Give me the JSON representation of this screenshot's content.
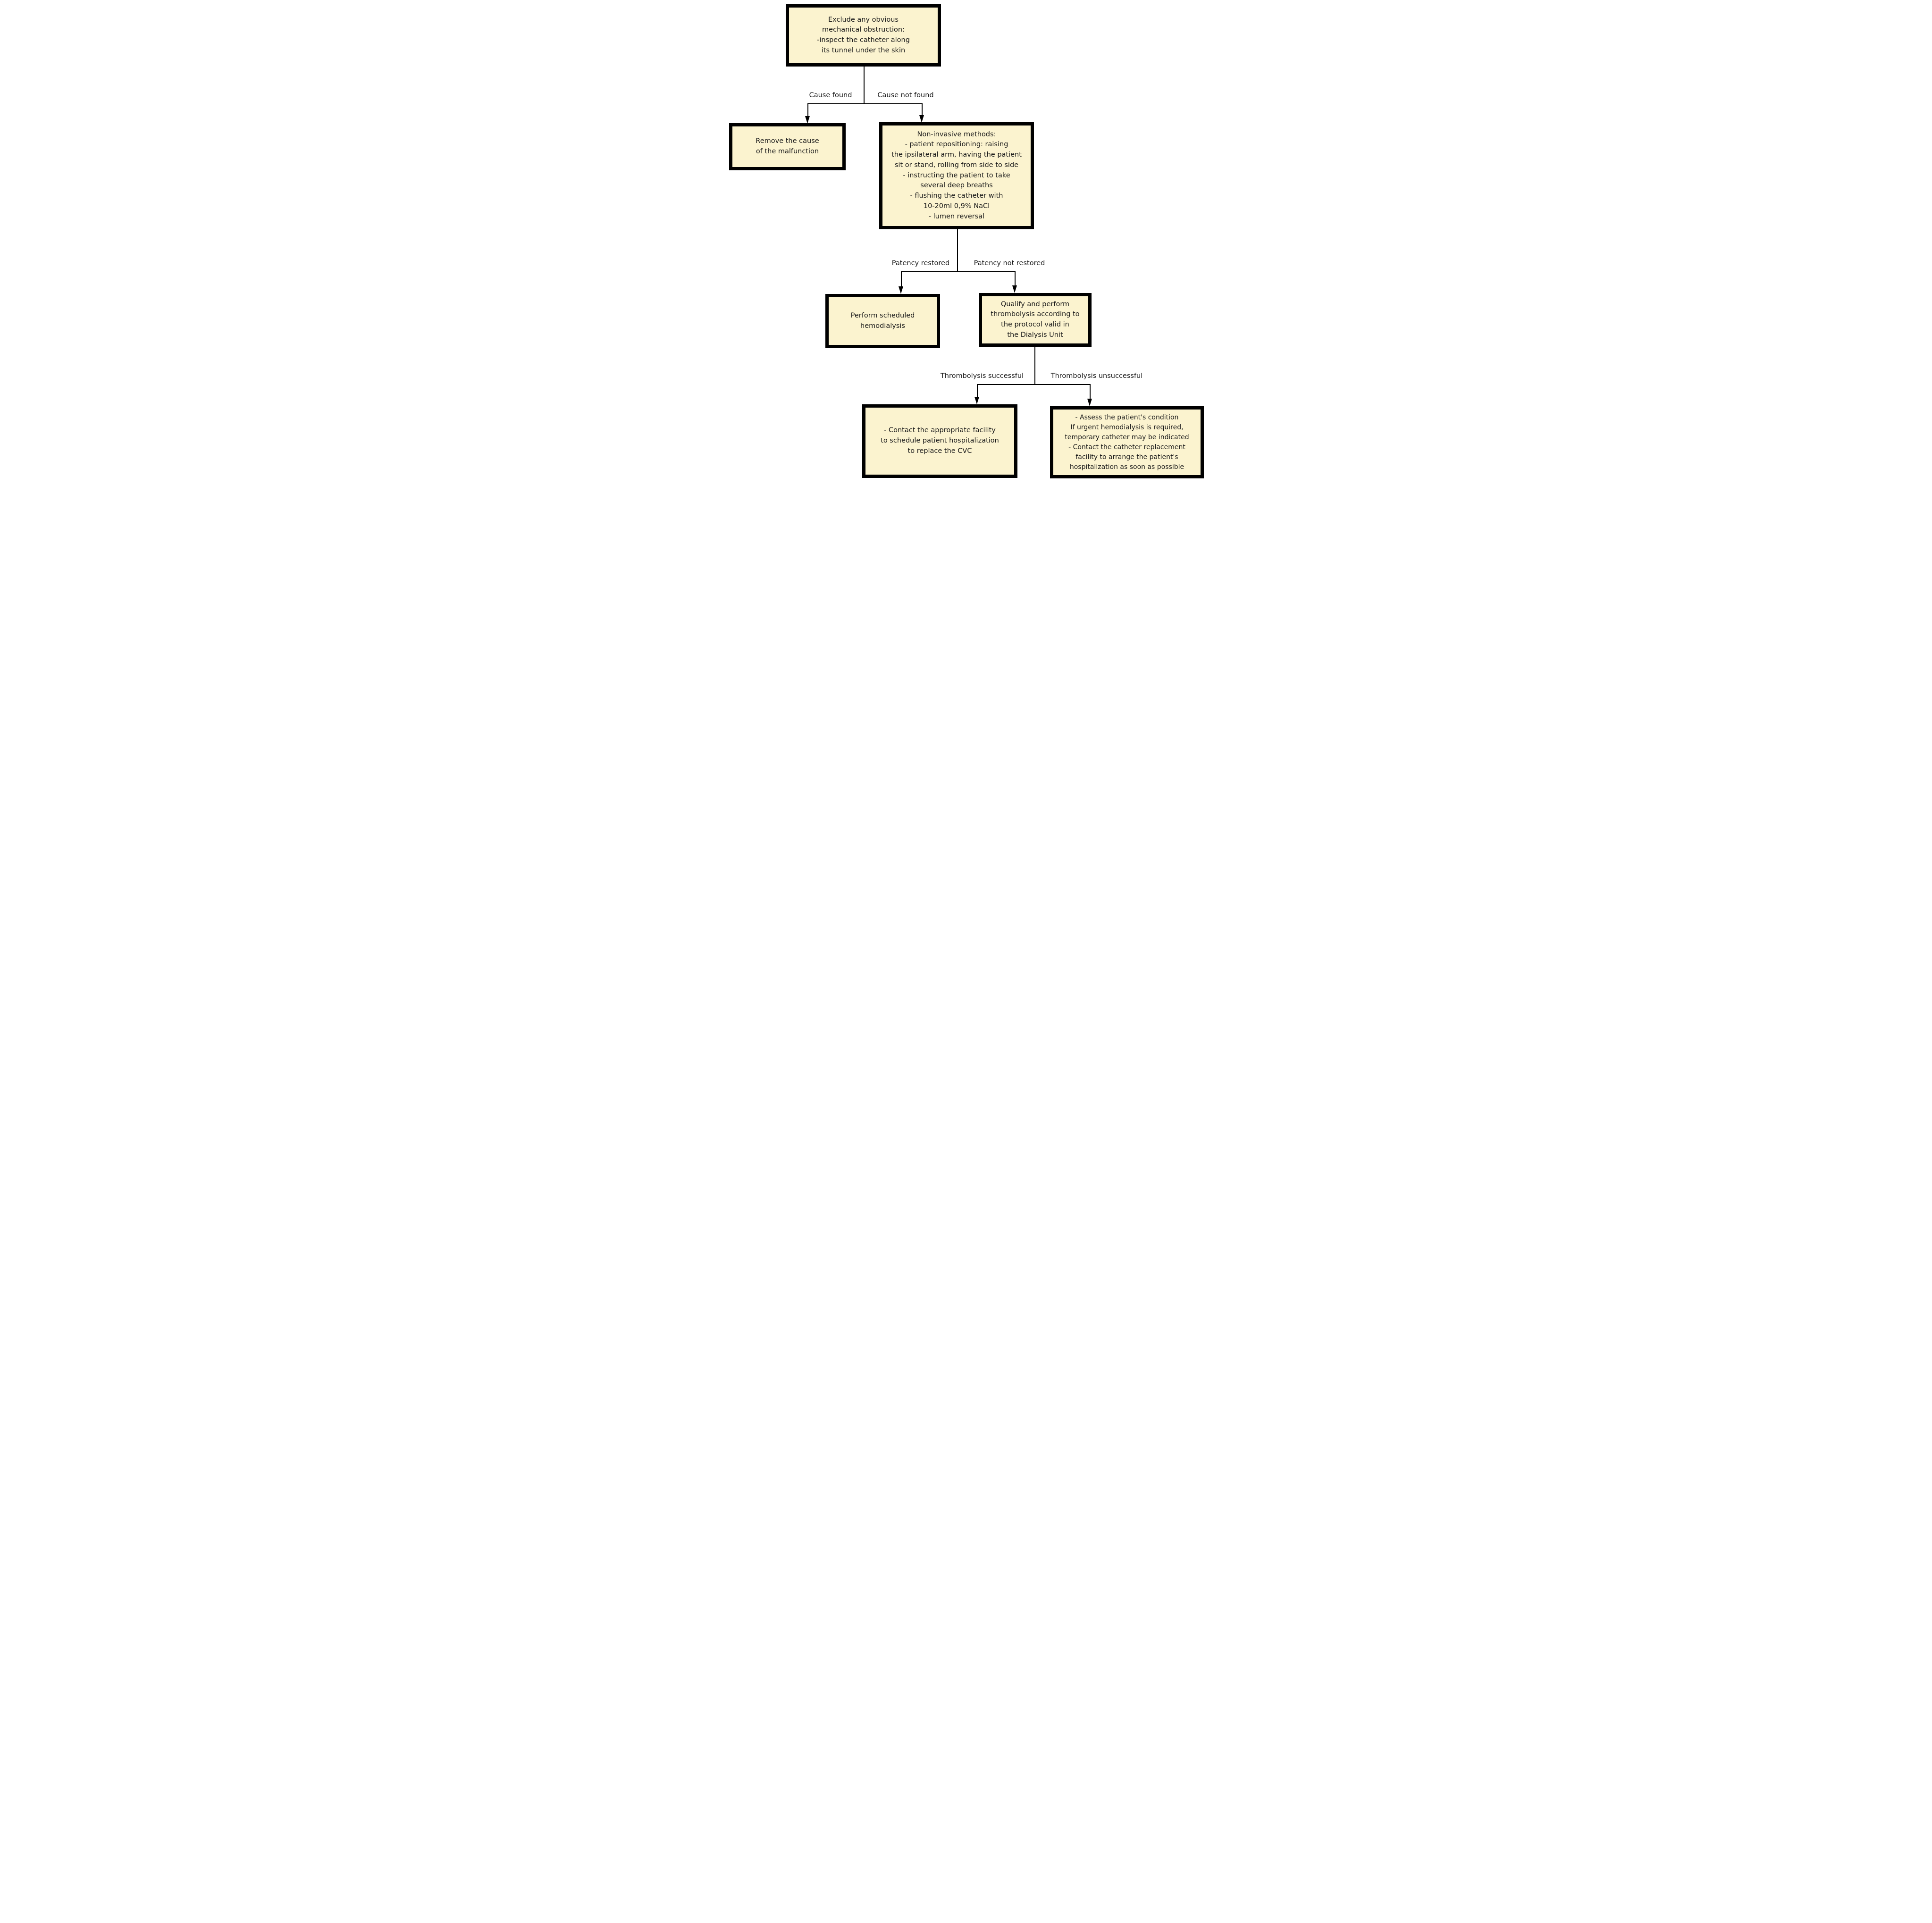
{
  "diagram_title": "",
  "colors": {
    "node_fill": "#FBF3CF",
    "node_border": "#000000",
    "connector": "#000000",
    "background": "#FFFFFF",
    "text": "#1A1A1A"
  },
  "nodes": {
    "exclude": {
      "text": "Exclude any obvious\nmechanical obstruction:\n-inspect the catheter along\nits tunnel under the skin"
    },
    "remove_cause": {
      "text": "Remove the cause\nof the malfunction"
    },
    "non_invasive": {
      "text": "Non-invasive methods:\n- patient repositioning: raising\nthe ipsilateral arm, having the patient\nsit or stand, rolling from side to side\n- instructing the patient to take\nseveral deep breaths\n- flushing the catheter with\n10-20ml 0,9% NaCl\n- lumen reversal"
    },
    "perform_hd": {
      "text": "Perform scheduled\nhemodialysis"
    },
    "qualify": {
      "text": "Qualify and perform\nthrombolysis according to\nthe protocol valid in\nthe Dialysis Unit"
    },
    "contact_facility": {
      "text": "- Contact the appropriate facility\nto schedule patient hospitalization\nto replace the CVC"
    },
    "assess": {
      "text": "- Assess the patient's condition\nIf urgent hemodialysis is required,\ntemporary catheter may be indicated\n- Contact the catheter replacement\nfacility to arrange the patient's\nhospitalization as soon as possible"
    }
  },
  "edge_labels": {
    "cause_found": "Cause found",
    "cause_not_found": "Cause not found",
    "patency_restored": "Patency restored",
    "patency_not_restored": "Patency not restored",
    "thrombolysis_successful": "Thrombolysis successful",
    "thrombolysis_unsuccessful": "Thrombolysis unsuccessful"
  },
  "edges": [
    {
      "from": "exclude",
      "to": "remove_cause",
      "label": "Cause found"
    },
    {
      "from": "exclude",
      "to": "non_invasive",
      "label": "Cause not found"
    },
    {
      "from": "non_invasive",
      "to": "perform_hd",
      "label": "Patency restored"
    },
    {
      "from": "non_invasive",
      "to": "qualify",
      "label": "Patency not restored"
    },
    {
      "from": "qualify",
      "to": "contact_facility",
      "label": "Thrombolysis successful"
    },
    {
      "from": "qualify",
      "to": "assess",
      "label": "Thrombolysis unsuccessful"
    }
  ]
}
